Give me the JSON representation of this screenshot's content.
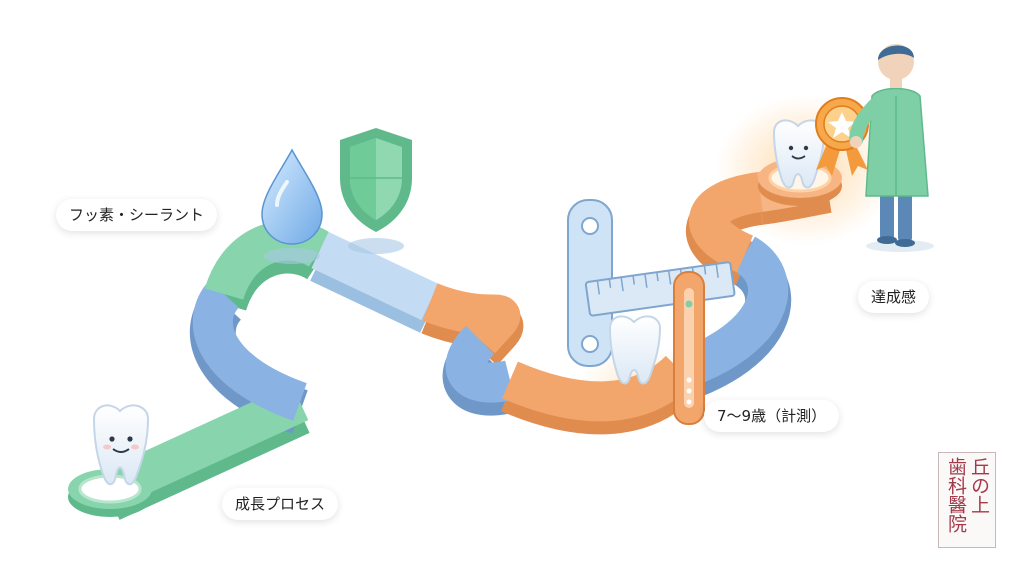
{
  "labels": {
    "fluoride": "フッ素・シーラント",
    "growth": "成長プロセス",
    "measure": "7〜9歳（計測）",
    "achievement": "達成感"
  },
  "seal": {
    "columns": [
      "丘の上",
      "歯科醫院"
    ]
  },
  "colors": {
    "path_green": "#7fcfa6",
    "path_blue": "#8ab3e3",
    "path_orange": "#f3a66b",
    "path_light_blue": "#bcd8f2",
    "shield": "#6fcb98",
    "ribbon": "#f39a3c",
    "coat": "#7fcfa6",
    "seal_red": "#a33a4a"
  },
  "icons": [
    "tooth-icon",
    "water-drop-icon",
    "shield-icon",
    "ruler-icon",
    "caliper-icon",
    "medal-icon",
    "dentist-figure-icon"
  ]
}
